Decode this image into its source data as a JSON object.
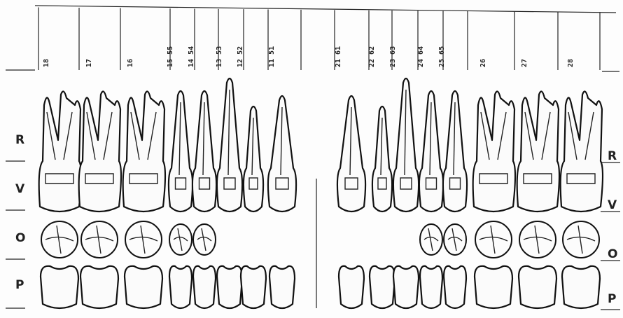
{
  "row_labels": {
    "left": [
      "R",
      "V",
      "O",
      "P"
    ],
    "right": [
      "R",
      "V",
      "O",
      "P"
    ]
  },
  "upper_right_quadrant": [
    {
      "label": "18"
    },
    {
      "label": "17"
    },
    {
      "label": "16"
    },
    {
      "label": "15 55"
    },
    {
      "label": "14 54"
    },
    {
      "label": "13 53"
    },
    {
      "label": "12 52"
    },
    {
      "label": "11 51"
    }
  ],
  "upper_left_quadrant": [
    {
      "label": "21 61"
    },
    {
      "label": "22 62"
    },
    {
      "label": "23 63"
    },
    {
      "label": "24 64"
    },
    {
      "label": "25 65"
    },
    {
      "label": "26"
    },
    {
      "label": "27"
    },
    {
      "label": "28"
    }
  ]
}
